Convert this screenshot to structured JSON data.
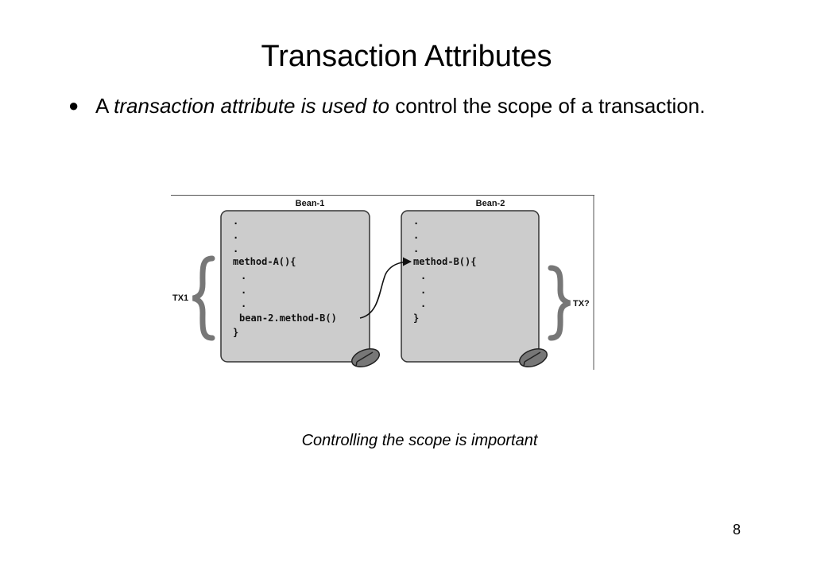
{
  "slide": {
    "title": "Transaction Attributes",
    "bullet": {
      "prefix": "A ",
      "italic": "transaction attribute is used to",
      "rest": " control the scope of a transaction."
    },
    "caption": "Controlling the scope is important",
    "page_number": "8"
  },
  "figure": {
    "bean1": {
      "title": "Bean-1",
      "lines": [
        ".",
        ".",
        ".",
        "method-A(){",
        ".",
        ".",
        ".",
        "bean-2.method-B()",
        "}"
      ]
    },
    "bean2": {
      "title": "Bean-2",
      "lines": [
        ".",
        ".",
        ".",
        "method-B(){",
        ".",
        ".",
        ".",
        "}"
      ]
    },
    "tx1_label": "TX1",
    "tx2_label": "TX?"
  }
}
